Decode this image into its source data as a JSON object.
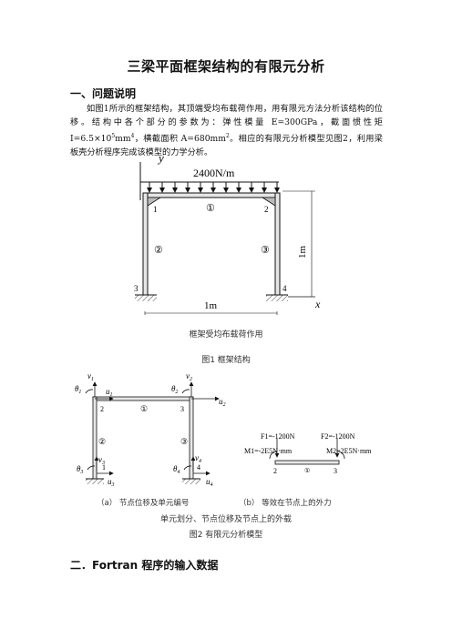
{
  "document": {
    "title": "三梁平面框架结构的有限元分析",
    "section1_heading": "一、问题说明",
    "paragraph": {
      "p1": "如图1所示的框架结构，其顶端受均布载荷作用，用有限元方法分析该结构的位移。结构中各个部分的参数为：弹性模量 E=300GPa，截面惯性矩 I=6.5×10",
      "p1_sup": "5",
      "p2": "mm",
      "p2_sup": "4",
      "p3": "，横截面积 A=680mm",
      "p3_sup": "2",
      "p4": "。相应的有限元分析模型见图2，利用梁板壳分析程序完成该模型的力学分析。"
    },
    "figure1": {
      "axis_y": "y",
      "axis_x": "x",
      "load_label": "2400N/m",
      "height_label": "1m",
      "width_label": "1m",
      "node_1": "1",
      "node_2": "2",
      "node_3": "3",
      "node_4": "4",
      "element_1": "①",
      "element_2": "②",
      "element_3": "③",
      "subcaption": "框架受均布载荷作用",
      "caption": "图1  框架结构"
    },
    "figure2": {
      "v1": "v",
      "v1_sub": "1",
      "v2": "v",
      "v2_sub": "2",
      "v3": "v",
      "v3_sub": "3",
      "v4": "v",
      "v4_sub": "4",
      "u1": "u",
      "u1_sub": "1",
      "u2": "u",
      "u2_sub": "2",
      "u3": "u",
      "u3_sub": "3",
      "u4": "u",
      "u4_sub": "4",
      "theta1": "θ",
      "theta1_sub": "1",
      "theta2": "θ",
      "theta2_sub": "2",
      "theta3": "θ",
      "theta3_sub": "3",
      "theta4": "θ",
      "theta4_sub": "4",
      "node_left_top": "2",
      "node_right_top": "3",
      "node_left_bottom": "1",
      "node_right_bottom": "4",
      "element_1": "①",
      "element_2": "②",
      "element_3": "③",
      "force_left": "F1=-1200N",
      "force_right": "F2=-1200N",
      "moment_left": "M1=-2E5N·mm",
      "moment_right": "M2=2E5N·mm",
      "beam_node_left": "2",
      "beam_node_right": "3",
      "beam_element": "①",
      "sub_a": "（a）  节点位移及单元编号",
      "sub_b": "（b）  等效在节点上的外力",
      "subcaption": "单元划分、节点位移及节点上的外载",
      "caption": "图2  有限元分析模型"
    },
    "section2_heading": "二．Fortran 程序的输入数据"
  }
}
